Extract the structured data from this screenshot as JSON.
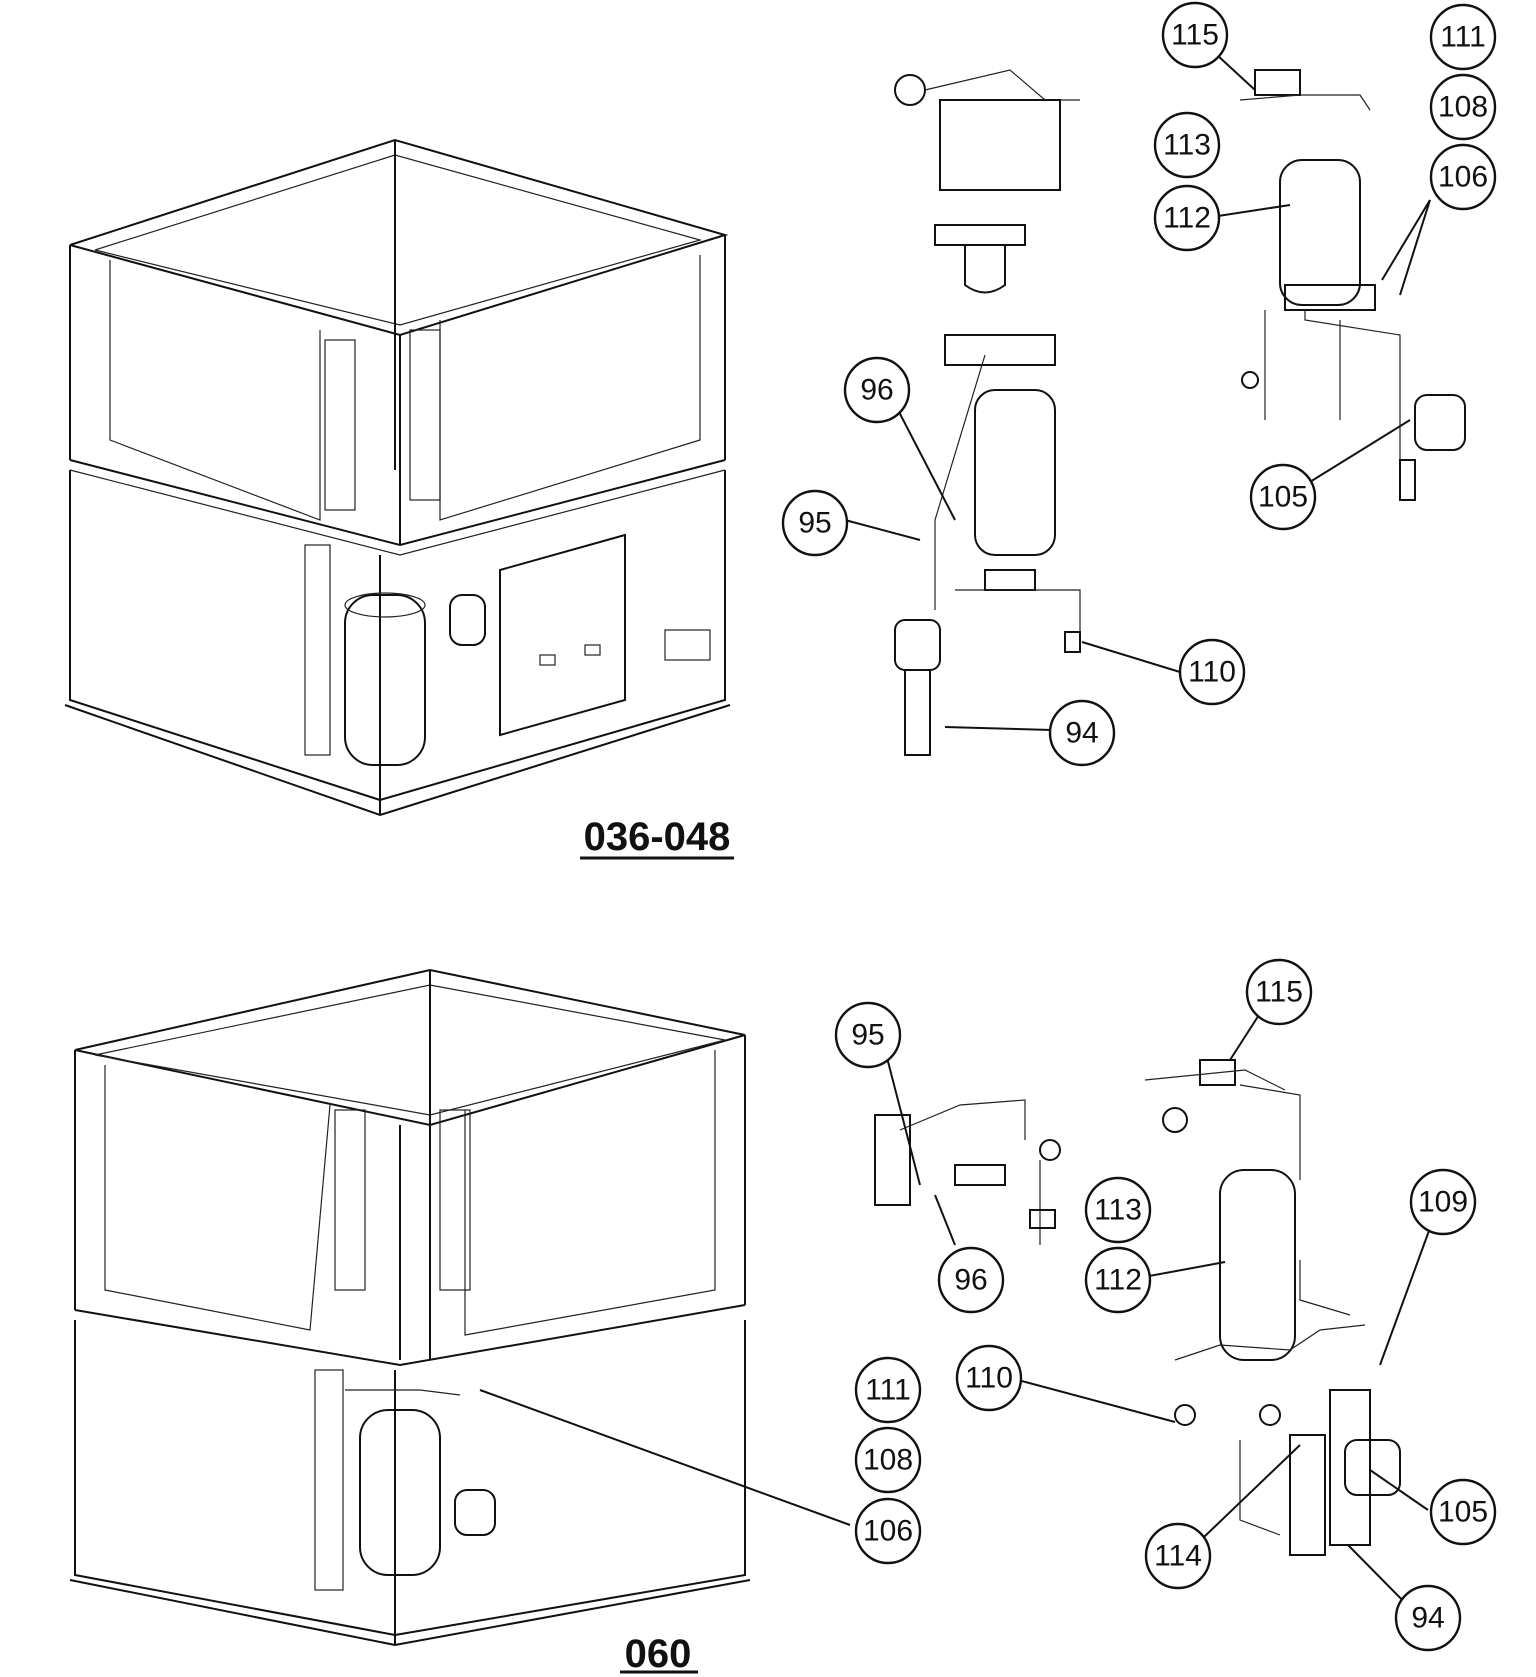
{
  "models": {
    "top": "036-048",
    "bottom": "060"
  },
  "callouts": {
    "top_right": [
      "115",
      "111",
      "108",
      "113",
      "106",
      "112",
      "105"
    ],
    "top_middle": [
      "96",
      "95",
      "110",
      "94"
    ],
    "bottom_middle": [
      "95",
      "96",
      "113",
      "112",
      "110",
      "111",
      "108",
      "106"
    ],
    "bottom_right": [
      "115",
      "109",
      "105",
      "114",
      "94"
    ]
  },
  "colors": {
    "ink": "#111111",
    "paper": "#ffffff"
  }
}
